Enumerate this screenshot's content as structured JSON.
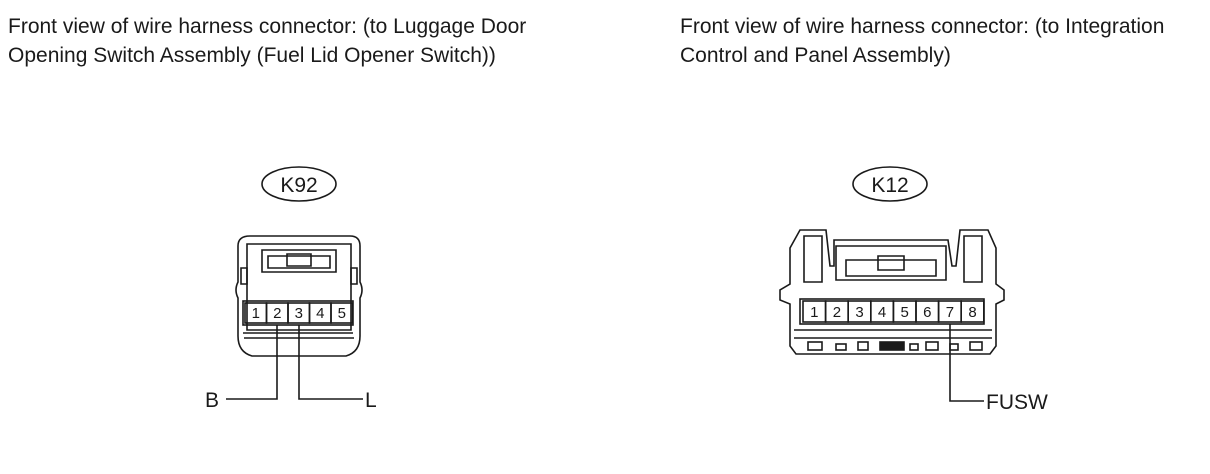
{
  "captions": {
    "left": "Front view of wire harness connector: (to Luggage Door Opening Switch Assembly (Fuel Lid Opener Switch))",
    "right": "Front view of wire harness connector: (to Integration Control and Panel Assembly)"
  },
  "connectors": {
    "k92": {
      "id": "K92",
      "pins": [
        "1",
        "2",
        "3",
        "4",
        "5"
      ],
      "wires": [
        {
          "pin": "2",
          "label": "B"
        },
        {
          "pin": "3",
          "label": "L"
        }
      ]
    },
    "k12": {
      "id": "K12",
      "pins": [
        "1",
        "2",
        "3",
        "4",
        "5",
        "6",
        "7",
        "8"
      ],
      "wires": [
        {
          "pin": "7",
          "label": "FUSW"
        }
      ]
    }
  }
}
